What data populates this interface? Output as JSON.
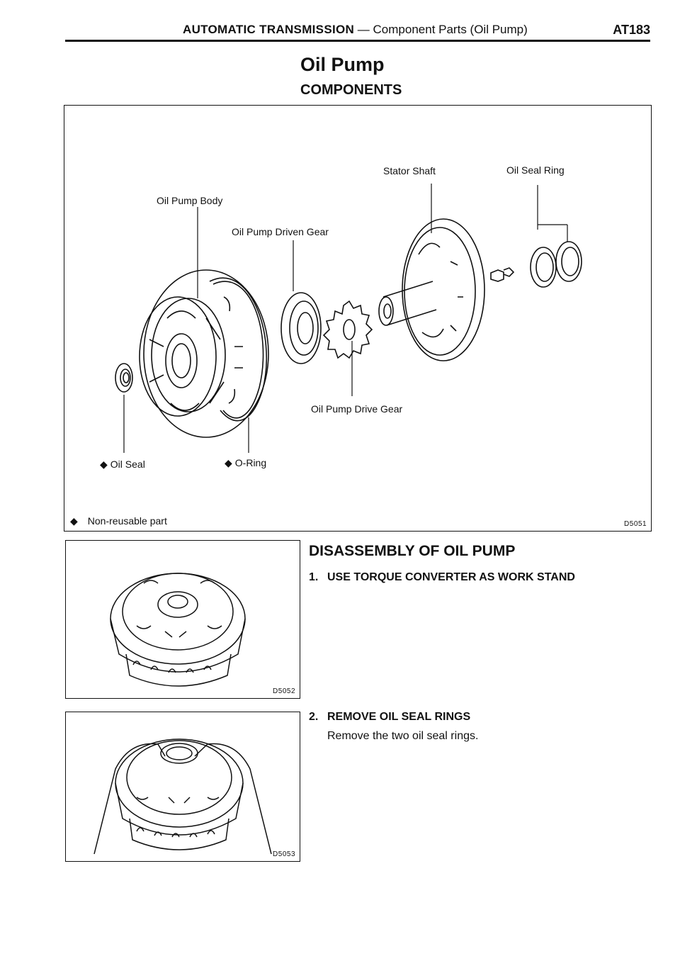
{
  "header": {
    "section": "AUTOMATIC TRANSMISSION",
    "separator": " — ",
    "subsection": "Component Parts (Oil Pump)",
    "page": "AT183"
  },
  "title": "Oil Pump",
  "subtitle": "COMPONENTS",
  "components_figure": {
    "labels": {
      "stator_shaft": "Stator Shaft",
      "oil_seal_ring": "Oil Seal Ring",
      "oil_pump_body": "Oil Pump Body",
      "driven_gear": "Oil Pump Driven Gear",
      "drive_gear": "Oil Pump Drive Gear",
      "oil_seal": "Oil Seal",
      "o_ring": "O-Ring"
    },
    "non_reusable_marker": "◆",
    "legend": "Non-reusable part",
    "code": "D5051"
  },
  "disassembly": {
    "title": "DISASSEMBLY OF OIL PUMP",
    "steps": [
      {
        "num": "1.",
        "title": "USE TORQUE CONVERTER AS WORK STAND",
        "body": "",
        "figure_code": "D5052"
      },
      {
        "num": "2.",
        "title": "REMOVE OIL SEAL RINGS",
        "body": "Remove the two oil seal rings.",
        "figure_code": "D5053"
      }
    ]
  }
}
